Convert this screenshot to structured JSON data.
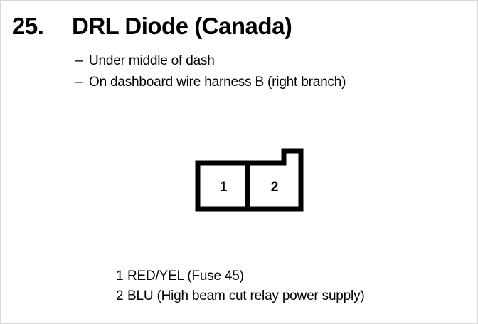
{
  "header": {
    "item_number": "25.",
    "title": "DRL Diode (Canada)"
  },
  "notes": {
    "dash": "–",
    "lines": [
      "Under middle of dash",
      "On dashboard wire harness B (right branch)"
    ]
  },
  "connector": {
    "label": "2-pin connector with locking tab on upper right",
    "cavities": [
      {
        "number": "1"
      },
      {
        "number": "2"
      }
    ],
    "line_color": "#000000",
    "fill_color": "#ffffff"
  },
  "legend": {
    "entries": [
      {
        "pin": "1",
        "text": "RED/YEL (Fuse 45)"
      },
      {
        "pin": "2",
        "text": "BLU (High beam cut relay power supply)"
      }
    ]
  }
}
